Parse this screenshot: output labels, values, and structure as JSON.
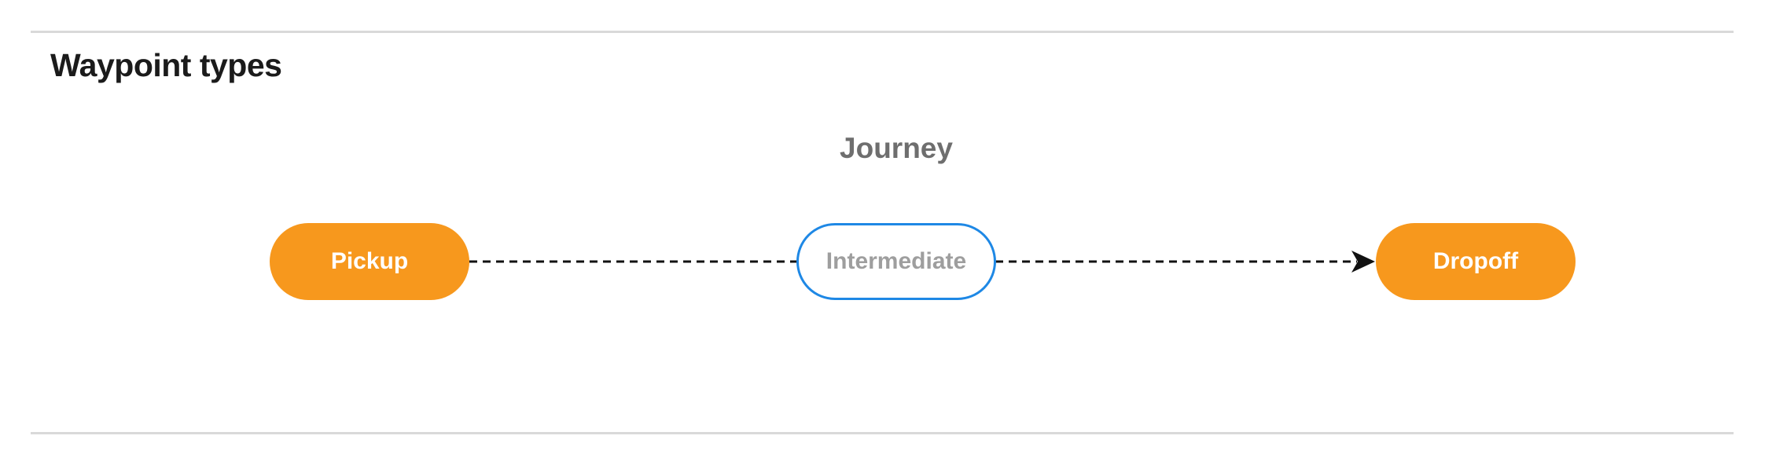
{
  "section": {
    "title": "Waypoint types"
  },
  "diagram": {
    "title": "Journey",
    "nodes": [
      {
        "label": "Pickup",
        "kind": "terminal",
        "shape": "pill",
        "fill": "#F7981D",
        "text_color": "#FFFFFF"
      },
      {
        "label": "Intermediate",
        "kind": "optional",
        "shape": "pill-outline",
        "fill": "#FFFFFF",
        "border_color": "#1E88E5",
        "text_color": "#9E9E9E"
      },
      {
        "label": "Dropoff",
        "kind": "terminal",
        "shape": "pill",
        "fill": "#F7981D",
        "text_color": "#FFFFFF"
      }
    ],
    "edges": [
      {
        "from": "Pickup",
        "to": "Intermediate",
        "style": "dashed",
        "arrowhead": false
      },
      {
        "from": "Intermediate",
        "to": "Dropoff",
        "style": "dashed",
        "arrowhead": true
      }
    ],
    "colors": {
      "edge": "#111111",
      "node_fill": "#F7981D",
      "node_outline": "#1E88E5",
      "node_text": "#FFFFFF",
      "optional_text": "#9E9E9E",
      "journey_title_text": "#6E6E6E",
      "section_title_text": "#1B1B1B",
      "divider": "#D9D9D9",
      "background": "#FFFFFF"
    }
  }
}
